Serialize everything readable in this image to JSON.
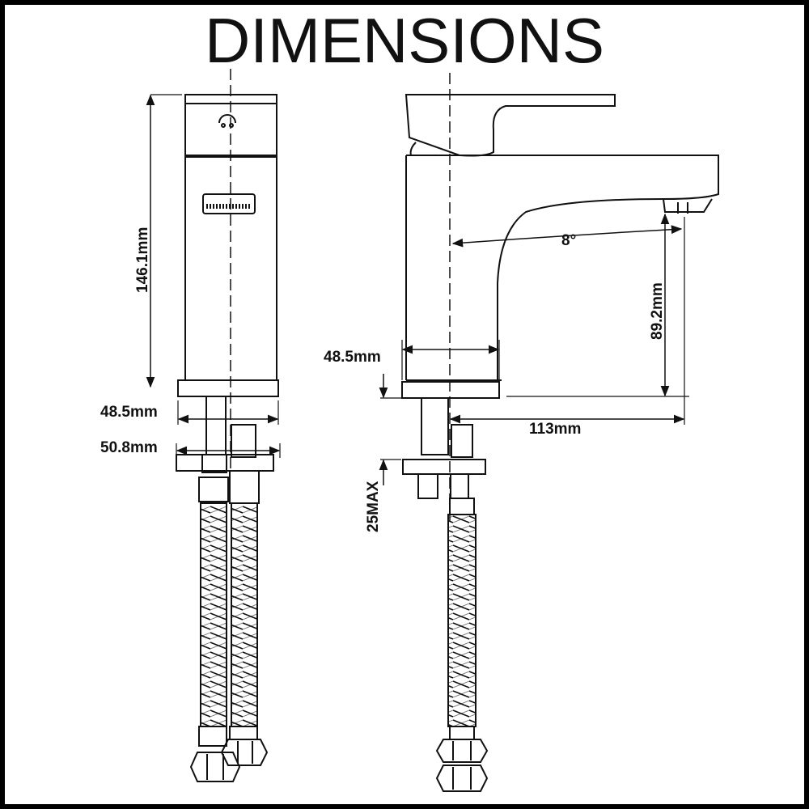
{
  "title": "DIMENSIONS",
  "front_view": {
    "height_label": "146.1mm",
    "base_width_label": "48.5mm",
    "plate_width_label": "50.8mm"
  },
  "side_view": {
    "angle_label": "8°",
    "spout_height_label": "89.2mm",
    "base_width_label": "48.5mm",
    "reach_label": "113mm",
    "deck_thickness_label": "25MAX"
  },
  "colors": {
    "line": "#111111",
    "background": "#ffffff",
    "frame": "#000000"
  }
}
